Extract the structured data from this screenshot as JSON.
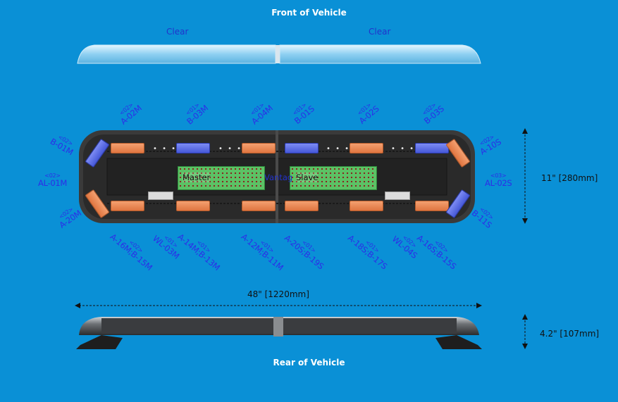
{
  "headers": {
    "front": "Front of Vehicle",
    "rear": "Rear of Vehicle"
  },
  "lens": {
    "left": "Clear",
    "right": "Clear"
  },
  "dimensions": {
    "length": "48\" [1220mm]",
    "depth": "11\" [280mm]",
    "height": "4.2\" [107mm]"
  },
  "boards": {
    "master": "Master",
    "slave": "Slave",
    "middle": "Vantag"
  },
  "modules": {
    "a02m": {
      "count": "<02>",
      "code": "A-02M"
    },
    "b03m": {
      "count": "<01>",
      "code": "B-03M"
    },
    "a04m": {
      "count": "<01>",
      "code": "A-04M"
    },
    "b01s": {
      "count": "<01>",
      "code": "B-01S"
    },
    "a02s": {
      "count": "<01>",
      "code": "A-02S"
    },
    "b03s": {
      "count": "<02>",
      "code": "B-03S"
    },
    "b01m": {
      "count": "<02>",
      "code": "B-01M"
    },
    "al01m": {
      "count": "<02>",
      "code": "AL-01M"
    },
    "a20m": {
      "count": "<02>",
      "code": "A-20M"
    },
    "a10s": {
      "count": "<02>",
      "code": "A-10S"
    },
    "al02s": {
      "count": "<03>",
      "code": "AL-02S"
    },
    "b11s": {
      "count": "<02>",
      "code": "B-11S"
    },
    "a16m": {
      "count": "<02>",
      "code": "A-16M;B-15M"
    },
    "wl03m": {
      "count": "<01>",
      "code": "WL-03M"
    },
    "a14m": {
      "count": "<01>",
      "code": "A-14M;B-13M"
    },
    "a12m": {
      "count": "<01>",
      "code": "A-12M;B-11M"
    },
    "a20s": {
      "count": "<01>",
      "code": "A-20S;B-19S"
    },
    "a18s": {
      "count": "<01>",
      "code": "A-18S;B-17S"
    },
    "wl04s": {
      "count": "<02>",
      "code": "WL-04S"
    },
    "a16s": {
      "count": "<02>",
      "code": "A-16S;B-15S"
    }
  },
  "colors": {
    "background": "#0a90d6",
    "amber": "#e8834d",
    "blue": "#4658d8",
    "label": "#2d2de8"
  },
  "icons": [
    "dimension-arrow-icon",
    "led-module-icon",
    "mounting-bracket-icon"
  ]
}
